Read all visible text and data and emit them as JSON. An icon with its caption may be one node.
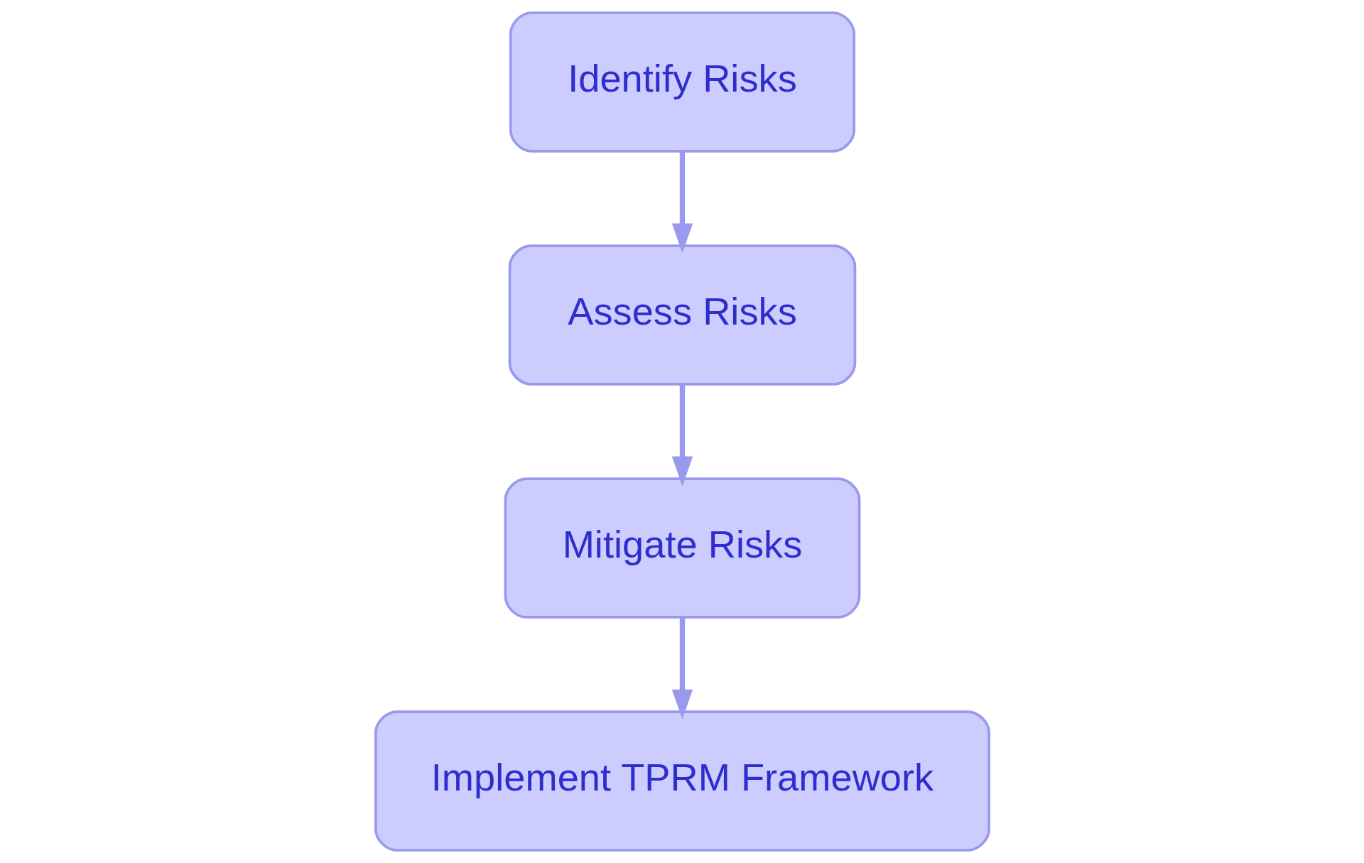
{
  "diagram": {
    "nodes": [
      {
        "text": [
          "Identify Risks"
        ]
      },
      {
        "text": [
          "Assess Risks"
        ]
      },
      {
        "text": [
          "Mitigate Risks"
        ]
      },
      {
        "text": [
          "Implement TPRM Framework"
        ]
      }
    ],
    "edges": [
      {
        "from": 0,
        "to": 1,
        "arrow": "to"
      },
      {
        "from": 1,
        "to": 2,
        "arrow": "to"
      },
      {
        "from": 2,
        "to": 3,
        "arrow": "to"
      }
    ]
  }
}
